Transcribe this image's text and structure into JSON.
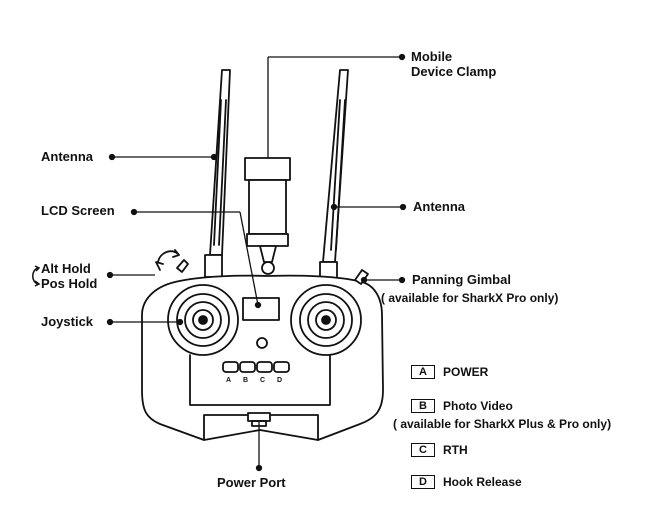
{
  "labels": {
    "mobile_clamp_line1": "Mobile",
    "mobile_clamp_line2": "Device Clamp",
    "antenna_left": "Antenna",
    "antenna_right": "Antenna",
    "lcd_screen": "LCD Screen",
    "alt_hold": "Alt Hold",
    "pos_hold": "Pos Hold",
    "joystick": "Joystick",
    "panning_gimbal": "Panning Gimbal",
    "panning_gimbal_note": "( available for SharkX Pro only)",
    "power_port": "Power Port"
  },
  "button_letters": [
    "A",
    "B",
    "C",
    "D"
  ],
  "legend": [
    {
      "key": "A",
      "text": "POWER"
    },
    {
      "key": "B",
      "text": "Photo Video",
      "note": "( available for SharkX Plus & Pro only)"
    },
    {
      "key": "C",
      "text": "RTH"
    },
    {
      "key": "D",
      "text": "Hook Release"
    }
  ]
}
